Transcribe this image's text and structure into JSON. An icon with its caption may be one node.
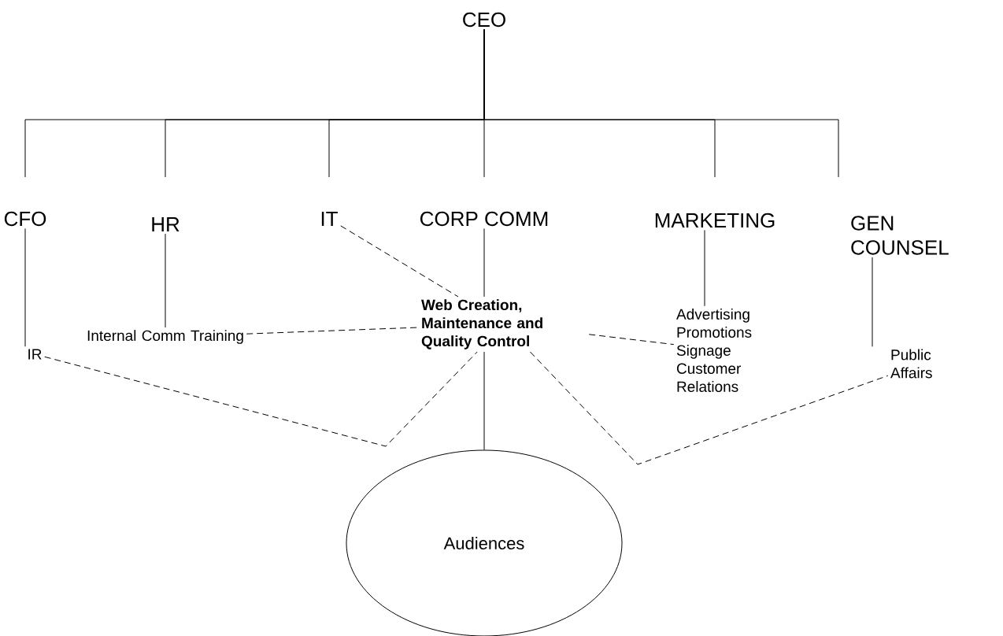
{
  "diagram": {
    "nodes": [
      {
        "text": [
          "CEO"
        ]
      },
      {
        "text": [
          "CFO"
        ]
      },
      {
        "text": [
          "HR"
        ]
      },
      {
        "text": [
          "IT"
        ]
      },
      {
        "text": [
          "CORP COMM"
        ]
      },
      {
        "text": [
          "MARKETING"
        ]
      },
      {
        "text": [
          "GEN COUNSEL"
        ]
      },
      {
        "text": [
          "Internal Comm Training"
        ]
      },
      {
        "text": [
          "IR"
        ]
      },
      {
        "text": [
          "Web Creation, Maintenance and Quality Control"
        ]
      },
      {
        "text": [
          "Advertising Promotions Signage Customer Relations"
        ]
      },
      {
        "text": [
          "Public Affairs"
        ]
      },
      {
        "text": [
          "Audiences"
        ]
      }
    ],
    "edges": [
      {
        "from": 0,
        "to": 1,
        "arrow": "none"
      },
      {
        "from": 0,
        "to": 2,
        "arrow": "none"
      },
      {
        "from": 0,
        "to": 3,
        "arrow": "none"
      },
      {
        "from": 0,
        "to": 4,
        "arrow": "none"
      },
      {
        "from": 0,
        "to": 5,
        "arrow": "none"
      },
      {
        "from": 0,
        "to": 6,
        "arrow": "none"
      },
      {
        "from": 1,
        "to": 8,
        "arrow": "none"
      },
      {
        "from": 2,
        "to": 7,
        "arrow": "none"
      },
      {
        "from": 4,
        "to": 9,
        "arrow": "none"
      },
      {
        "from": 5,
        "to": 10,
        "arrow": "none"
      },
      {
        "from": 6,
        "to": 11,
        "arrow": "none"
      },
      {
        "from": 3,
        "to": 9,
        "arrow": "none",
        "style": "dashed"
      },
      {
        "from": 7,
        "to": 9,
        "arrow": "none",
        "style": "dashed"
      },
      {
        "from": 9,
        "to": 10,
        "arrow": "none",
        "style": "dashed"
      },
      {
        "from": 8,
        "to": 9,
        "arrow": "none",
        "style": "dashed"
      },
      {
        "from": 9,
        "to": 11,
        "arrow": "none",
        "style": "dashed"
      },
      {
        "from": 9,
        "to": 12,
        "arrow": "none"
      }
    ]
  }
}
